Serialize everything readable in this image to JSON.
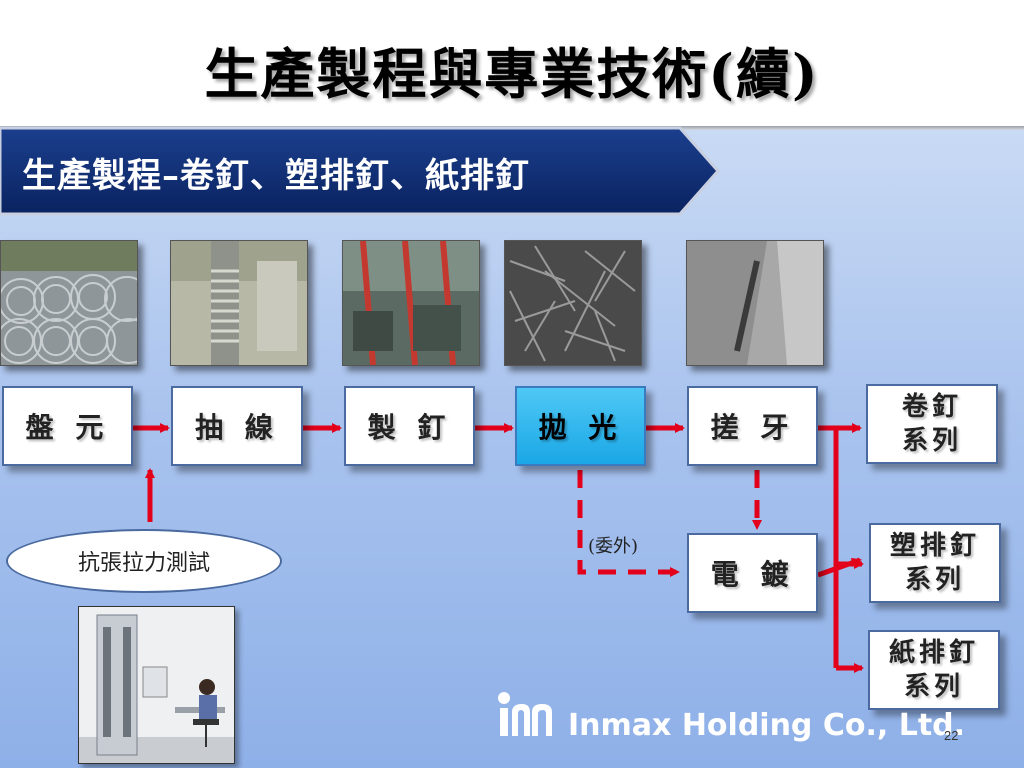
{
  "title": "生產製程與專業技術(續)",
  "banner": "生產製程–卷釘、塑排釘、紙排釘",
  "steps": [
    "盤 元",
    "抽 線",
    "製 釘",
    "拋 光",
    "搓 牙"
  ],
  "plating": "電 鍍",
  "outsourced": "(委外)",
  "test": "抗張拉力測試",
  "outputs": [
    {
      "line1": "卷釘",
      "line2": "系列"
    },
    {
      "line1": "塑排釘",
      "line2": "系列"
    },
    {
      "line1": "紙排釘",
      "line2": "系列"
    }
  ],
  "company": "Inmax Holding Co., Ltd.",
  "page_number": "22",
  "colors": {
    "arrow": "#e3001b",
    "banner": "#0d2d73",
    "highlight": "#1aa7e6",
    "logo": "#2a3f8f"
  }
}
